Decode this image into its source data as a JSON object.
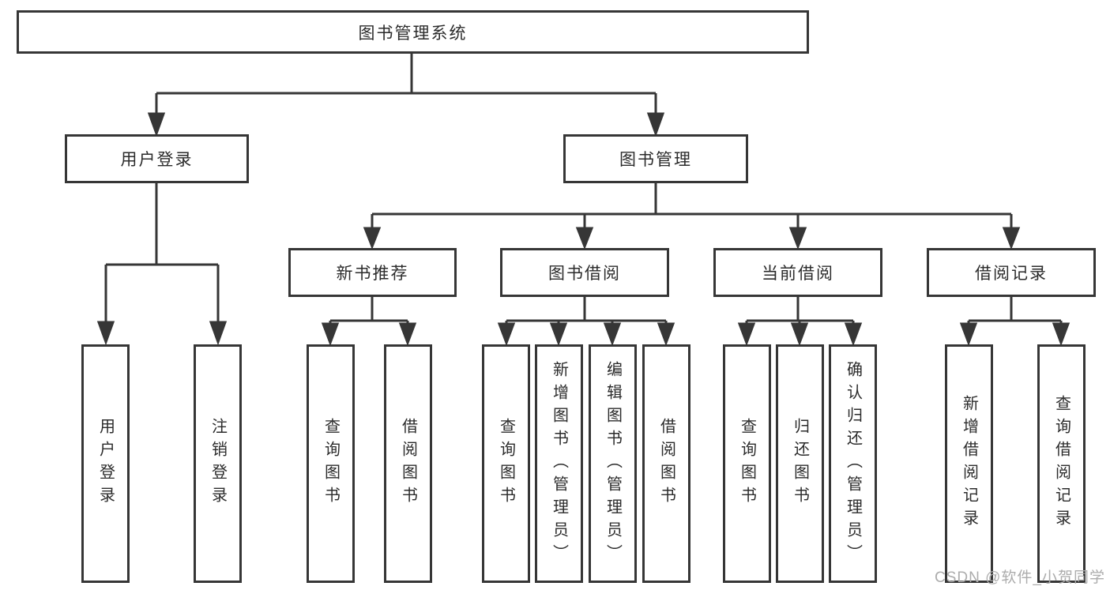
{
  "tree": {
    "label": "图书管理系统",
    "children": [
      {
        "label": "用户登录",
        "children": [
          {
            "label": "用户登录"
          },
          {
            "label": "注销登录"
          }
        ]
      },
      {
        "label": "图书管理",
        "children": [
          {
            "label": "新书推荐",
            "children": [
              {
                "label": "查询图书"
              },
              {
                "label": "借阅图书"
              }
            ]
          },
          {
            "label": "图书借阅",
            "children": [
              {
                "label": "查询图书"
              },
              {
                "label": "新增图书（管理员）"
              },
              {
                "label": "编辑图书（管理员）"
              },
              {
                "label": "借阅图书"
              }
            ]
          },
          {
            "label": "当前借阅",
            "children": [
              {
                "label": "查询图书"
              },
              {
                "label": "归还图书"
              },
              {
                "label": "确认归还（管理员）"
              }
            ]
          },
          {
            "label": "借阅记录",
            "children": [
              {
                "label": "新增借阅记录"
              },
              {
                "label": "查询借阅记录"
              }
            ]
          }
        ]
      }
    ]
  },
  "watermark": "CSDN @软件_小贺同学",
  "colors": {
    "line": "#363636",
    "box_border": "#363636",
    "text": "#2b2b2b",
    "watermark": "#acacac",
    "background": "#ffffff"
  }
}
